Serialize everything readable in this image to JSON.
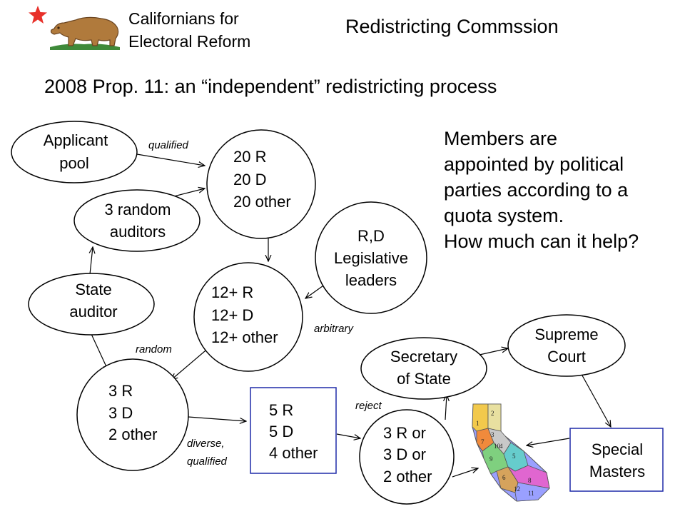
{
  "header": {
    "org_name": "Californians for\nElectoral Reform",
    "slide_title": "Redistricting Commssion",
    "star_color": "#e8302a",
    "logo": "california-bear-icon"
  },
  "subtitle": "2008 Prop. 11: an “independent” redistricting process",
  "note": "Members are\nappointed by political\nparties according to a\nquota system.\nHow much can it help?",
  "nodes": {
    "applicant_pool": [
      "Applicant",
      "pool"
    ],
    "pool_60": [
      "20 R",
      "20 D",
      "20 other"
    ],
    "random_auditors": [
      "3 random",
      "auditors"
    ],
    "leaders": [
      "R,D",
      "Legislative",
      "leaders"
    ],
    "state_auditor": [
      "State",
      "auditor"
    ],
    "pool_36": [
      "12+ R",
      "12+ D",
      "12+ other"
    ],
    "first_eight": [
      "3 R",
      "3 D",
      "2 other"
    ],
    "fourteen": [
      "5 R",
      "5 D",
      "4 other"
    ],
    "sec_state": [
      "Secretary",
      "of State"
    ],
    "supreme_court": [
      "Supreme",
      "Court"
    ],
    "final_choice": [
      "3 R or",
      "3 D or",
      "2 other"
    ],
    "special_masters": [
      "Special",
      "Masters"
    ]
  },
  "edge_labels": {
    "qualified": "qualified",
    "random": "random",
    "arbitrary": "arbitrary",
    "diverse_qualified": [
      "diverse,",
      "qualified"
    ],
    "reject": "reject"
  },
  "map": {
    "icon": "california-districts-map-icon",
    "district_numbers": [
      "1",
      "2",
      "3",
      "4",
      "5",
      "6",
      "7",
      "8",
      "9",
      "10",
      "11",
      "12"
    ]
  },
  "colors": {
    "box_border": "#1f2aa8",
    "map_regions": [
      "#f2c94c",
      "#9aa0ff",
      "#7fd07f",
      "#f08a3c",
      "#66cccc",
      "#e066d0",
      "#c9c9c9",
      "#d6a35c"
    ]
  }
}
